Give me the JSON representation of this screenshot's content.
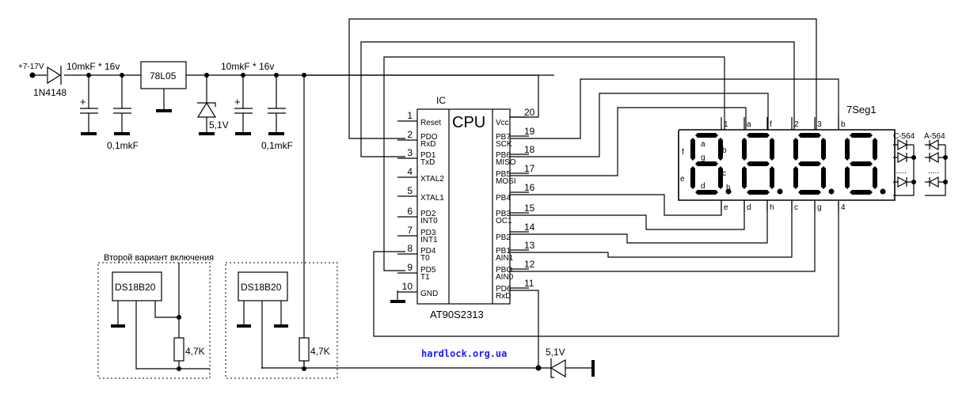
{
  "power": {
    "input_label": "+7-17V",
    "diode_label": "1N4148",
    "cap1_label": "10mkF * 16v",
    "cap2_label": "0,1mkF",
    "regulator_label": "78L05",
    "zener_label": "5,1V",
    "cap3_label": "10mkF * 16v",
    "cap4_label": "0,1mkF"
  },
  "ic": {
    "ref": "IC",
    "title": "CPU",
    "part": "AT90S2313",
    "left_pins": [
      {
        "num": "1",
        "name": "Reset",
        "alt": ""
      },
      {
        "num": "2",
        "name": "PDO",
        "alt": "RxD"
      },
      {
        "num": "3",
        "name": "PD1",
        "alt": "TxD"
      },
      {
        "num": "4",
        "name": "XTAL2",
        "alt": ""
      },
      {
        "num": "5",
        "name": "XTAL1",
        "alt": ""
      },
      {
        "num": "6",
        "name": "PD2",
        "alt": "INT0"
      },
      {
        "num": "7",
        "name": "PD3",
        "alt": "INT1"
      },
      {
        "num": "8",
        "name": "PD4",
        "alt": "T0"
      },
      {
        "num": "9",
        "name": "PD5",
        "alt": "T1"
      },
      {
        "num": "10",
        "name": "GND",
        "alt": ""
      }
    ],
    "right_pins": [
      {
        "num": "20",
        "name": "Vcc",
        "alt": ""
      },
      {
        "num": "19",
        "name": "PB7",
        "alt": "SCK"
      },
      {
        "num": "18",
        "name": "PB6",
        "alt": "MISO"
      },
      {
        "num": "17",
        "name": "PB5",
        "alt": "MOSI"
      },
      {
        "num": "16",
        "name": "PB4",
        "alt": ""
      },
      {
        "num": "15",
        "name": "PB3",
        "alt": "OC1"
      },
      {
        "num": "14",
        "name": "PB2",
        "alt": ""
      },
      {
        "num": "13",
        "name": "PB1",
        "alt": "AIN1"
      },
      {
        "num": "12",
        "name": "PBO",
        "alt": "AIN0"
      },
      {
        "num": "11",
        "name": "PD6",
        "alt": "RxD"
      }
    ]
  },
  "display": {
    "ref": "7Seg1",
    "top_pins": [
      "1",
      "a",
      "f",
      "2",
      "3",
      "b"
    ],
    "bottom_pins": [
      "e",
      "d",
      "h",
      "c",
      "g",
      "4"
    ],
    "segment_labels": {
      "a": "a",
      "b": "b",
      "c": "c",
      "d": "d",
      "e": "e",
      "f": "f",
      "g": "g",
      "h": "h"
    },
    "digit_count": 4,
    "variants": [
      "C-564",
      "A-564"
    ],
    "ellipsis": "....."
  },
  "sensor": {
    "alt_title": "Второй вариант включения",
    "chip1": "DS18B20",
    "chip2": "DS18B20",
    "resistor1": "4,7K",
    "resistor2": "4,7K",
    "zener_label": "5,1V"
  },
  "watermark": "hardlock.org.ua"
}
